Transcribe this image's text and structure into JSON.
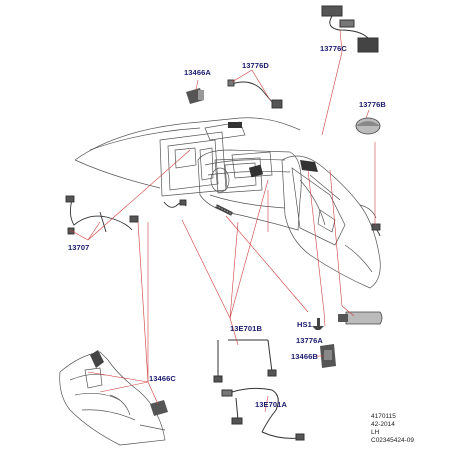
{
  "diagram": {
    "callouts": {
      "c13776C": "13776C",
      "c13466A": "13466A",
      "c13776D": "13776D",
      "c13776B": "13776B",
      "c13707": "13707",
      "c13E701B": "13E701B",
      "cHS1": "HS1",
      "c13776A": "13776A",
      "c13466B": "13466B",
      "c13466C": "13466C",
      "c13E701A": "13E701A"
    },
    "footer": {
      "line1": "4170115",
      "line2": "42-2014",
      "line3": "LH",
      "line4": "C02345424-09"
    },
    "colors": {
      "leader": "#d04040",
      "outline": "#333333",
      "label": "#1a1a6e"
    }
  }
}
